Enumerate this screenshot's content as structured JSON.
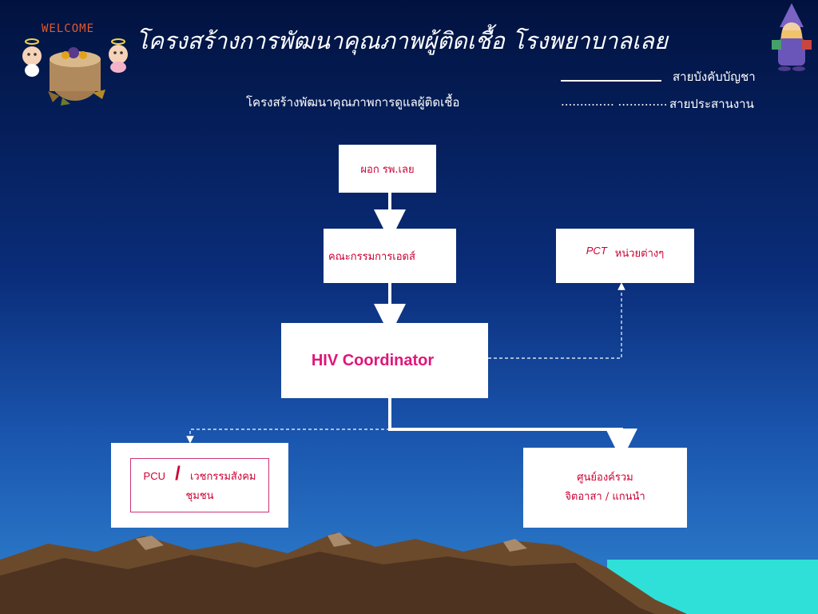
{
  "header": {
    "welcome": "WELCOME",
    "title": "โครงสร้างการพัฒนาคุณภาพผู้ติดเชื้อ โรงพยาบาลเลย",
    "subtitle": "โครงสร้างพัฒนาคุณภาพการดูแลผู้ติดเชื้อ"
  },
  "legend": {
    "solid_label": "สายบังคับบัญชา",
    "dotted_marker": ".............. .............",
    "dotted_label": "สายประสานงาน"
  },
  "nodes": {
    "director": "ผอก รพ.เลย",
    "aids_committee": "คณะกรรมการเอดส์",
    "pct_prefix": "PCT",
    "pct_suffix": "หน่วยต่างๆ",
    "coordinator": "HIV Coordinator",
    "pcu_prefix": "PCU",
    "pcu_slash": "/",
    "pcu_suffix": "เวชกรรมสังคม",
    "pcu_line2": "ชุมชน",
    "center_line1": "ศูนย์องค์รวม",
    "center_line2": "จิตอาสา / แกนนำ"
  },
  "colors": {
    "node_text": "#cc0033",
    "coordinator_text": "#e0157a",
    "pcu_border": "#cc3377",
    "line": "#ffffff"
  },
  "icons": {
    "welcome_decoration": "welcome-cake-angels-icon",
    "wizard": "wizard-character-icon"
  }
}
